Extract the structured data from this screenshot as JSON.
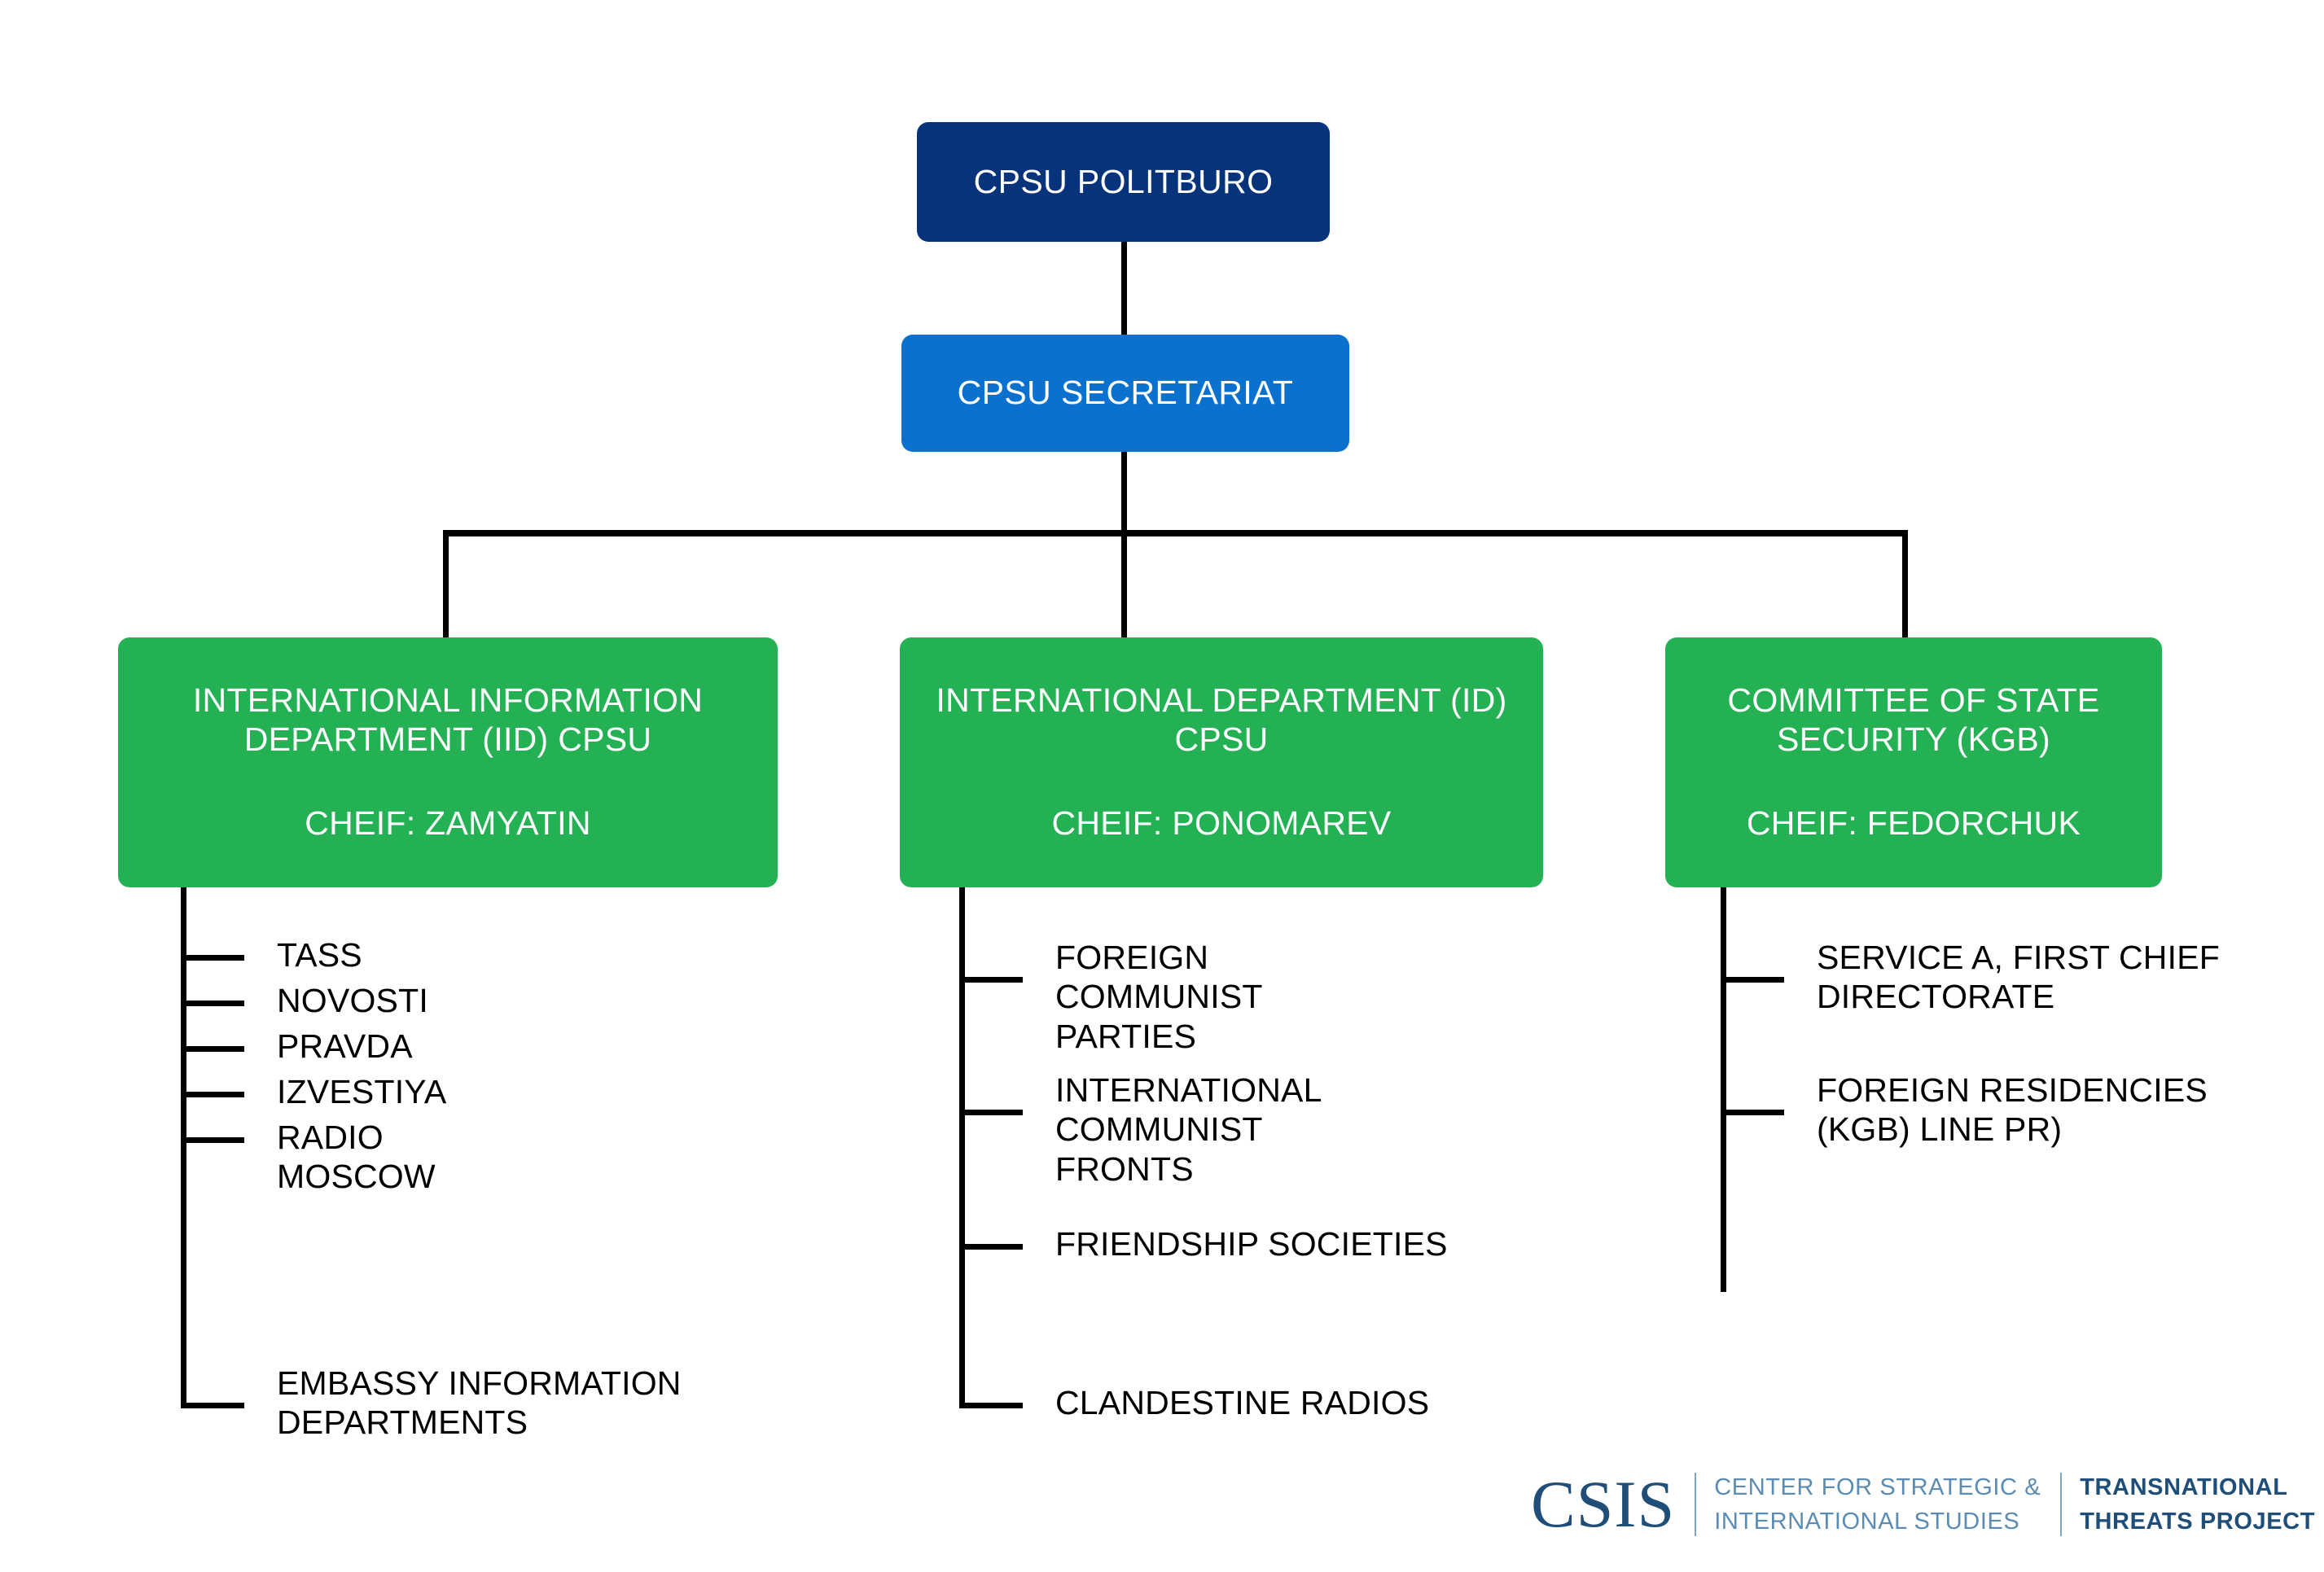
{
  "colors": {
    "politburo": "#06337A",
    "secretariat": "#0B71CE",
    "department": "#24B154",
    "connector": "#000000",
    "background": "#ffffff",
    "logo_dark": "#1F4E79",
    "logo_light": "#5B8CB3"
  },
  "top": {
    "politburo": "CPSU POLITBURO",
    "secretariat": "CPSU SECRETARIAT"
  },
  "departments": [
    {
      "title": "INTERNATIONAL INFORMATION DEPARTMENT (IID) CPSU",
      "chief": "CHEIF: ZAMYATIN",
      "children": [
        "TASS",
        "NOVOSTI",
        "PRAVDA",
        "IZVESTIYA",
        "RADIO MOSCOW",
        "EMBASSY INFORMATION DEPARTMENTS"
      ]
    },
    {
      "title": "INTERNATIONAL DEPARTMENT (ID) CPSU",
      "chief": "CHEIF: PONOMAREV",
      "children": [
        "FOREIGN COMMUNIST PARTIES",
        "INTERNATIONAL COMMUNIST FRONTS",
        "FRIENDSHIP SOCIETIES",
        "CLANDESTINE RADIOS"
      ]
    },
    {
      "title": "COMMITTEE OF STATE SECURITY (KGB)",
      "chief": "CHEIF: FEDORCHUK",
      "children": [
        "SERVICE A, FIRST CHIEF DIRECTORATE",
        "FOREIGN RESIDENCIES (KGB) LINE PR)"
      ]
    }
  ],
  "logo": {
    "acronym": "CSIS",
    "line1": "CENTER FOR STRATEGIC &",
    "line2": "INTERNATIONAL STUDIES",
    "project_line1": "TRANSNATIONAL",
    "project_line2": "THREATS PROJECT"
  }
}
